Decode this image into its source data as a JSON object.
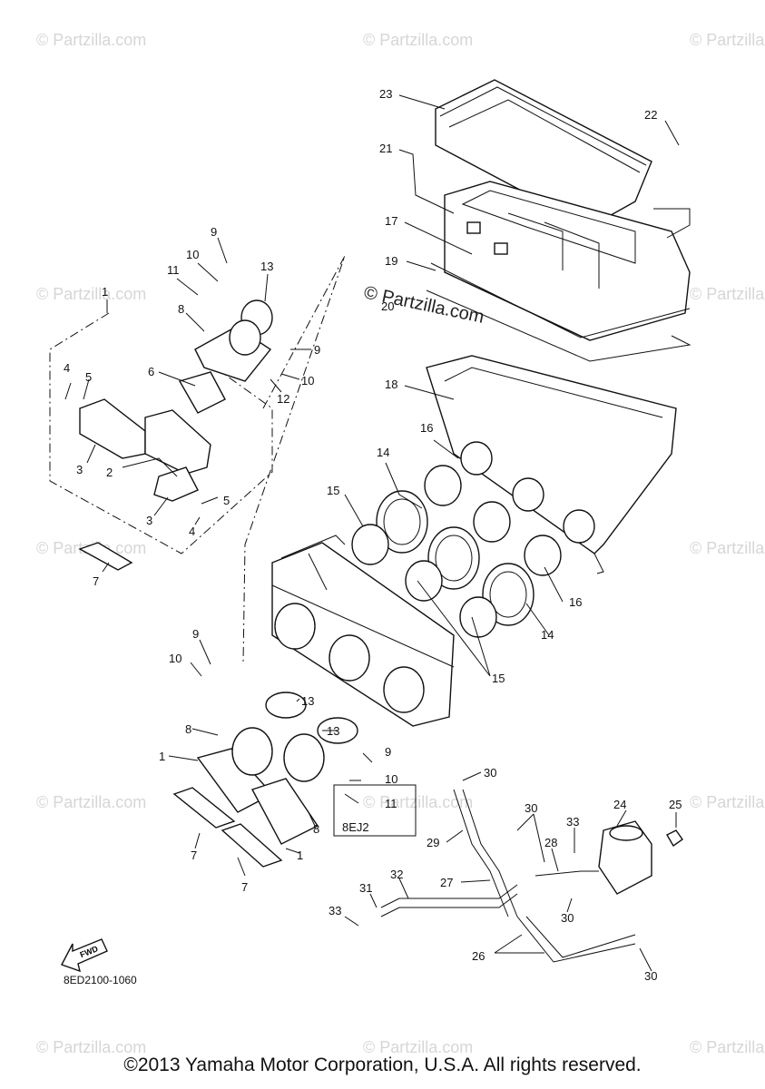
{
  "watermarks": {
    "text": "© Partzilla.com",
    "center_text": "© Partzilla.com"
  },
  "callouts": {
    "c23": "23",
    "c22": "22",
    "c21": "21",
    "c17": "17",
    "c19": "19",
    "c20": "20",
    "c18": "18",
    "c16a": "16",
    "c16b": "16",
    "c14a": "14",
    "c14b": "14",
    "c15a": "15",
    "c15b": "15",
    "c1a": "1",
    "c1b": "1",
    "c1c": "1",
    "c9a": "9",
    "c9b": "9",
    "c9c": "9",
    "c9d": "9",
    "c10a": "10",
    "c10b": "10",
    "c10c": "10",
    "c10d": "10",
    "c11a": "11",
    "c11b": "11",
    "c13a": "13",
    "c13b": "13",
    "c13c": "13",
    "c8a": "8",
    "c8b": "8",
    "c8c": "8",
    "c12": "12",
    "c6": "6",
    "c4a": "4",
    "c4b": "4",
    "c5a": "5",
    "c5b": "5",
    "c3a": "3",
    "c3b": "3",
    "c2": "2",
    "c7a": "7",
    "c7b": "7",
    "c7c": "7",
    "c30a": "30",
    "c30b": "30",
    "c30c": "30",
    "c30d": "30",
    "c24": "24",
    "c25": "25",
    "c33a": "33",
    "c33b": "33",
    "c28": "28",
    "c29": "29",
    "c27": "27",
    "c32": "32",
    "c31": "31",
    "c26": "26"
  },
  "variant_box_label": "8EJ2",
  "fwd_label": "FWD",
  "diagram_code": "8ED2100-1060",
  "footer": "©2013 Yamaha Motor Corporation, U.S.A. All rights reserved."
}
